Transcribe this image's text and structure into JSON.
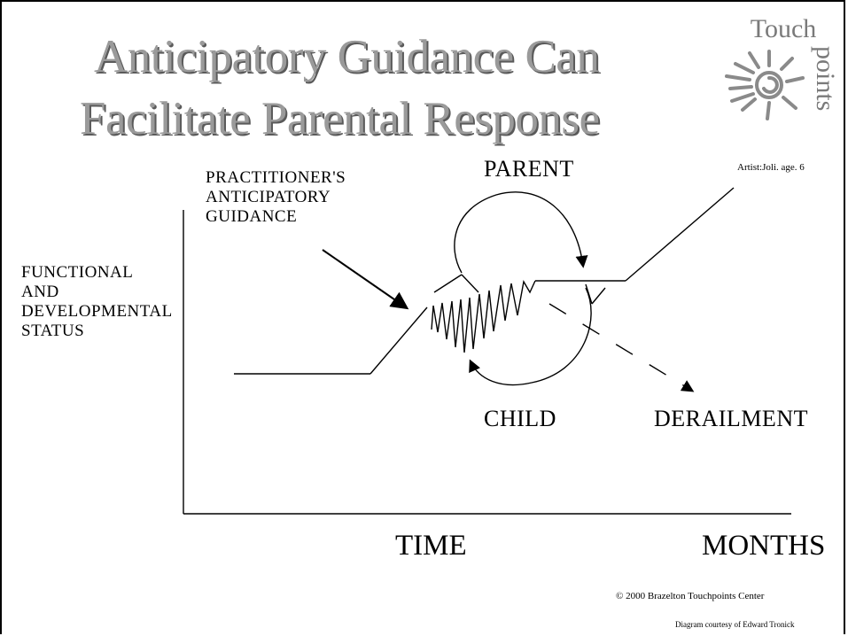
{
  "title": {
    "line1": "Anticipatory Guidance Can",
    "line2": "Facilitate Parental Response"
  },
  "logo": {
    "word1": "Touch",
    "word2": "points",
    "icon": "sun-spiral-icon"
  },
  "artist_credit": "Artist:Joli. age. 6",
  "labels": {
    "practitioner": [
      "PRACTITIONER'S",
      "ANTICIPATORY",
      "GUIDANCE"
    ],
    "y_axis": [
      "FUNCTIONAL",
      "AND",
      "DEVELOPMENTAL",
      "STATUS"
    ],
    "parent": "PARENT",
    "child": "CHILD",
    "derailment": "DERAILMENT",
    "x_axis": "TIME",
    "x_unit": "MONTHS"
  },
  "footer": {
    "copyright": "© 2000 Brazelton Touchpoints Center",
    "courtesy": "Diagram courtesy of Edward Tronick"
  },
  "colors": {
    "title": "#9a9a9a",
    "ink": "#000000"
  }
}
